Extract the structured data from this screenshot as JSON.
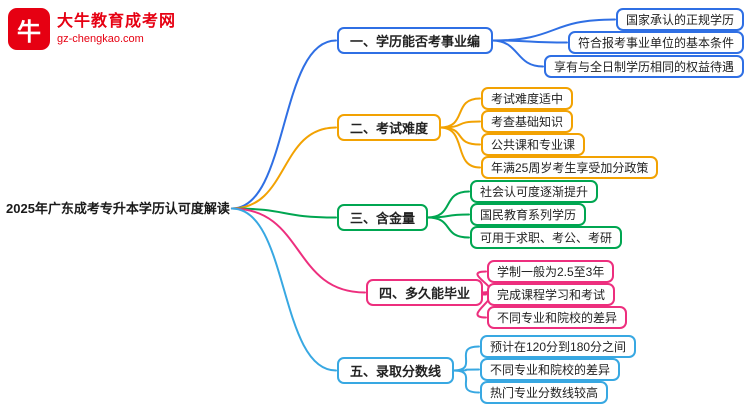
{
  "logo": {
    "icon_glyph": "牛",
    "title": "大牛教育成考网",
    "subtitle": "gz-chengkao.com"
  },
  "root": {
    "title": "2025年广东成考专升本学历认可度解读"
  },
  "branches": [
    {
      "label": "一、学历能否考事业编",
      "color": "#2f6fe4",
      "children": [
        "国家承认的正规学历",
        "符合报考事业单位的基本条件",
        "享有与全日制学历相同的权益待遇"
      ]
    },
    {
      "label": "二、考试难度",
      "color": "#f2a202",
      "children": [
        "考试难度适中",
        "考查基础知识",
        "公共课和专业课",
        "年满25周岁考生享受加分政策"
      ]
    },
    {
      "label": "三、含金量",
      "color": "#00a651",
      "children": [
        "社会认可度逐渐提升",
        "国民教育系列学历",
        "可用于求职、考公、考研"
      ]
    },
    {
      "label": "四、多久能毕业",
      "color": "#ed2f7e",
      "children": [
        "学制一般为2.5至3年",
        "完成课程学习和考试",
        "不同专业和院校的差异"
      ]
    },
    {
      "label": "五、录取分数线",
      "color": "#38a8e2",
      "children": [
        "预计在120分到180分之间",
        "不同专业和院校的差异",
        "热门专业分数线较高"
      ]
    }
  ]
}
